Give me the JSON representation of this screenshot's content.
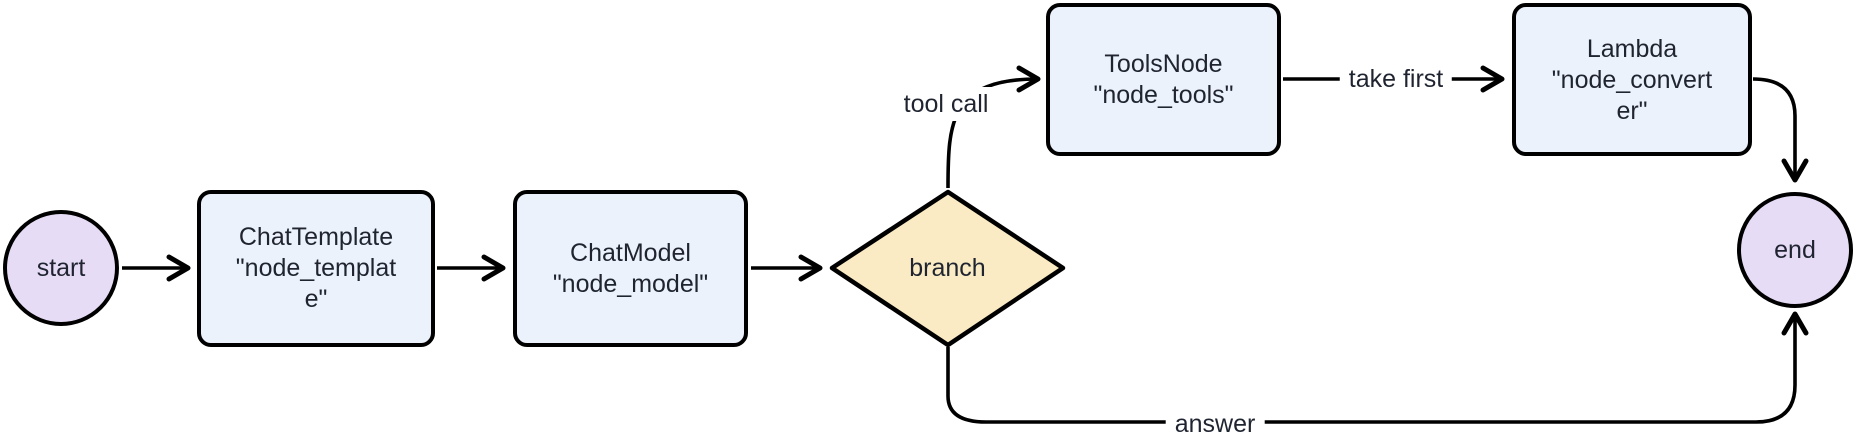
{
  "diagram": {
    "type": "flowchart",
    "direction": "left-to-right",
    "colors": {
      "background": "#ffffff",
      "stroke": "#000000",
      "text": "#1f2430",
      "circle_fill": "#e7dcf6",
      "rect_fill": "#ecf2fb",
      "diamond_fill": "#faebc4",
      "edge_label_background": "#ffffff"
    },
    "nodes": {
      "start": {
        "shape": "circle",
        "label": "start"
      },
      "template": {
        "shape": "rect",
        "lines": [
          "ChatTemplate",
          "\"node_templat",
          "e\""
        ]
      },
      "model": {
        "shape": "rect",
        "lines": [
          "ChatModel",
          "\"node_model\""
        ]
      },
      "branch": {
        "shape": "diamond",
        "label": "branch"
      },
      "tools": {
        "shape": "rect",
        "lines": [
          "ToolsNode",
          "\"node_tools\""
        ]
      },
      "converter": {
        "shape": "rect",
        "lines": [
          "Lambda",
          "\"node_convert",
          "er\""
        ]
      },
      "end": {
        "shape": "circle",
        "label": "end"
      }
    },
    "edges": [
      {
        "from": "start",
        "to": "template",
        "label": ""
      },
      {
        "from": "template",
        "to": "model",
        "label": ""
      },
      {
        "from": "model",
        "to": "branch",
        "label": ""
      },
      {
        "from": "branch",
        "to": "tools",
        "label": "tool call"
      },
      {
        "from": "tools",
        "to": "converter",
        "label": "take first"
      },
      {
        "from": "converter",
        "to": "end",
        "label": ""
      },
      {
        "from": "branch",
        "to": "end",
        "label": "answer"
      }
    ]
  }
}
